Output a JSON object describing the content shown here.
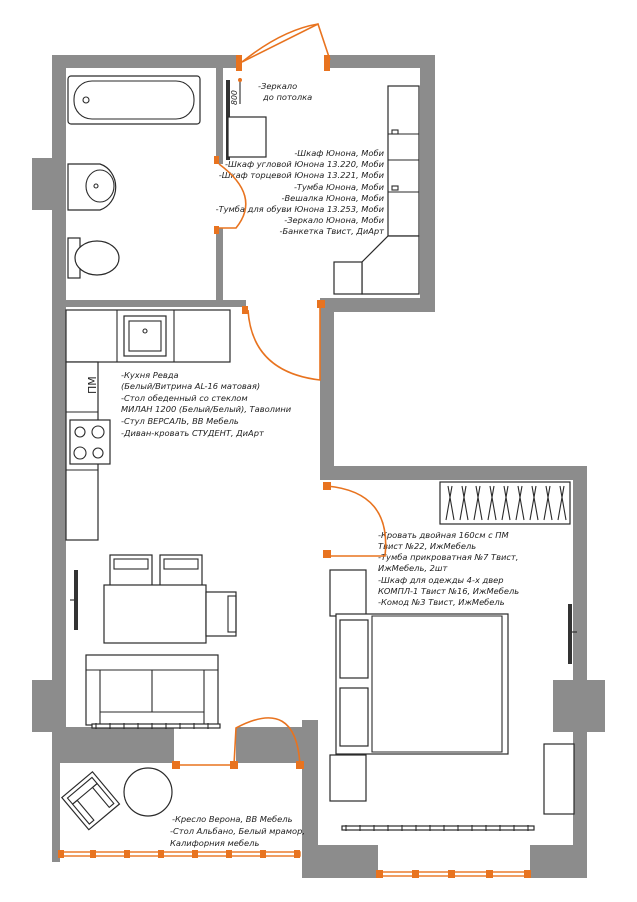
{
  "colors": {
    "wall": "#8c8c8c",
    "accent": "#e8731f",
    "line": "#2a2a2a"
  },
  "hall": {
    "mirror_size": "800",
    "items": [
      "-Зеркало",
      "до потолка"
    ],
    "furniture": [
      "-Шкаф Юнона, Моби",
      "-Шкаф угловой Юнона 13.220, Моби",
      "-Шкаф торцевой Юнона 13.221, Моби",
      "-Тумба Юнона, Моби",
      "-Вешалка Юнона, Моби",
      "-Тумба для обуви Юнона 13.253, Моби",
      "-Зеркало Юнона, Моби",
      "-Банкетка Твист, ДиАрт"
    ]
  },
  "kitchen": {
    "fridge_label": "ПМ",
    "items": [
      "-Кухня Ревда",
      "(Белый/Витрина AL-16 матовая)",
      "-Стол обеденный со стеклом",
      "МИЛАН 1200 (Белый/Белый), Таволини",
      "-Стул ВЕРСАЛЬ, ВВ Мебель",
      "-Диван-кровать СТУДЕНТ, ДиАрт"
    ]
  },
  "bedroom": {
    "items": [
      "-Кровать двойная 160см с ПМ",
      "Твист №22, ИжМебель",
      "-Тумба прикроватная №7 Твист,",
      "ИжМебель, 2шт",
      "-Шкаф для одежды 4-х двер",
      "КОМПЛ-1 Твист №16, ИжМебель",
      "-Комод №3 Твист, ИжМебель"
    ]
  },
  "balcony": {
    "items": [
      "-Кресло Верона, ВВ Мебель",
      "-Стол Альбано, Белый мрамор,",
      "Калифорния мебель"
    ]
  }
}
